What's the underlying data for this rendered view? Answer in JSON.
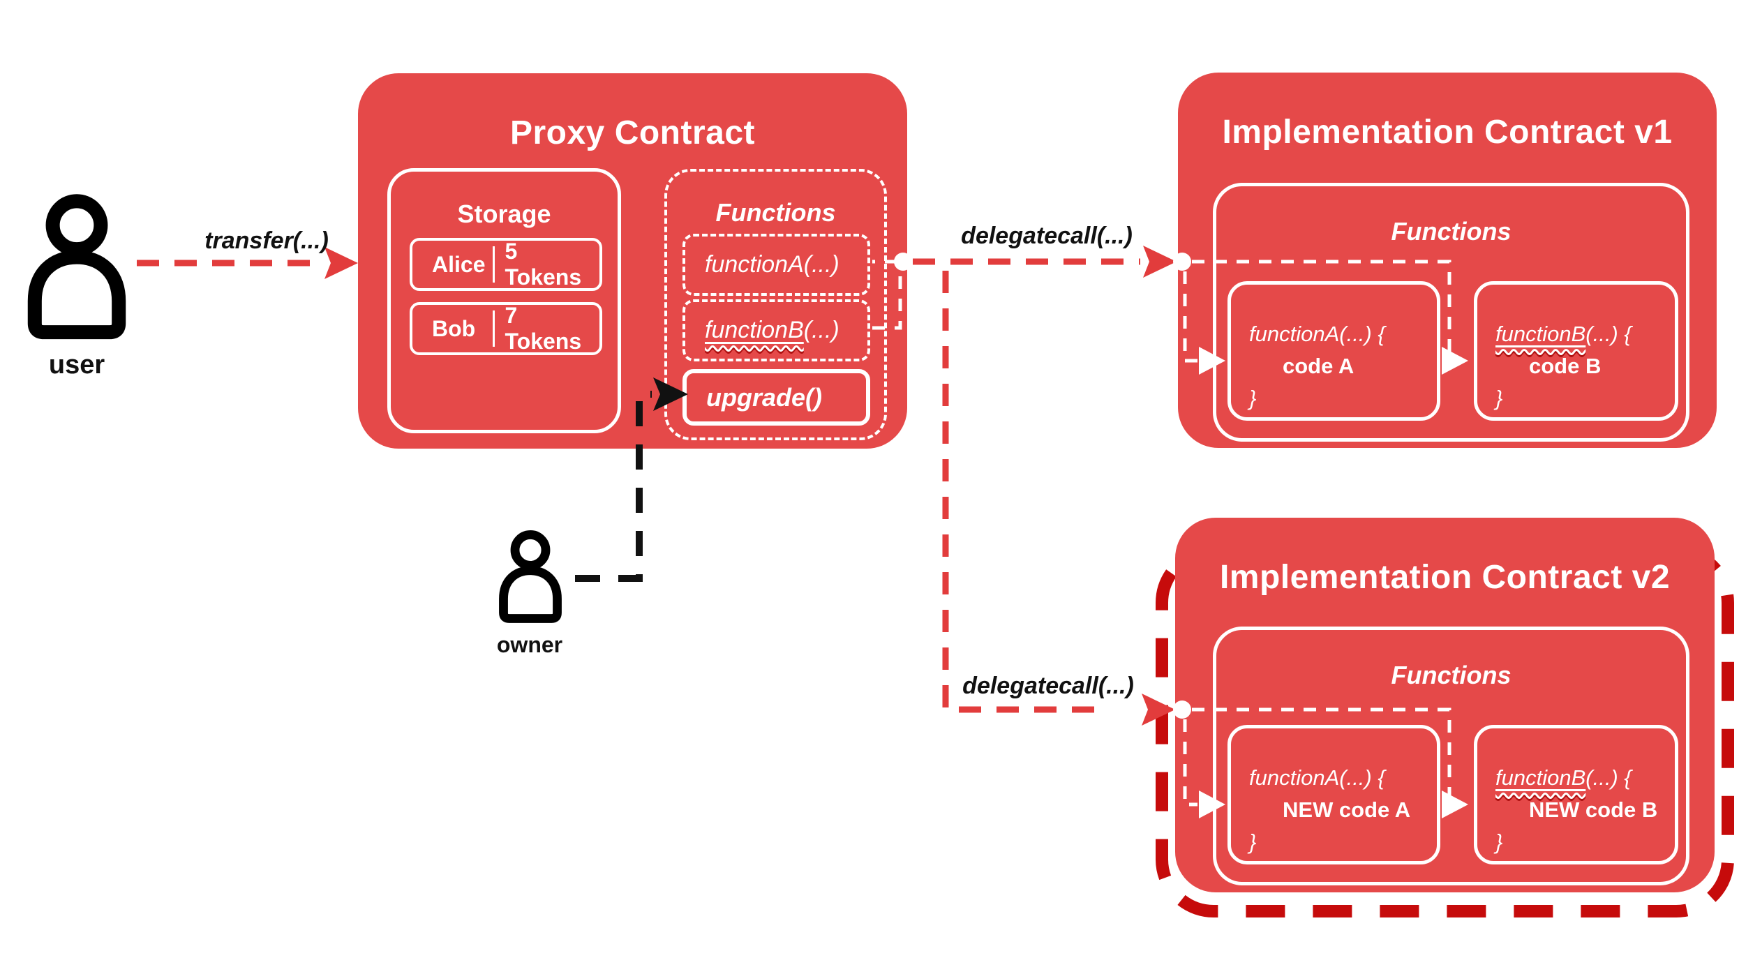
{
  "colors": {
    "box_red": "#e54949",
    "arrow_red": "#e23c3c",
    "dark_red": "#c60b0b",
    "black": "#111111",
    "white": "#ffffff"
  },
  "actors": {
    "user": {
      "label": "user"
    },
    "owner": {
      "label": "owner"
    }
  },
  "edges": {
    "transfer": {
      "label": "transfer(...)"
    },
    "delegatecall_v1": {
      "label": "delegatecall(...)"
    },
    "delegatecall_v2": {
      "label": "delegatecall(...)"
    }
  },
  "proxy": {
    "title": "Proxy Contract",
    "storage": {
      "title": "Storage",
      "rows": [
        {
          "name": "Alice",
          "value": "5 Tokens"
        },
        {
          "name": "Bob",
          "value": "7 Tokens"
        }
      ]
    },
    "functions": {
      "title": "Functions",
      "function_a": "functionA(...)",
      "function_b_name": "functionB",
      "function_b_rest": "(...)",
      "upgrade": "upgrade()"
    }
  },
  "impl_v1": {
    "title": "Implementation Contract v1",
    "functions": {
      "title": "Functions",
      "box_a": {
        "signature": "functionA(...) {",
        "body": "code A",
        "close": "}"
      },
      "box_b": {
        "name": "functionB",
        "rest": "(...) {",
        "body": "code B",
        "close": "}"
      }
    }
  },
  "impl_v2": {
    "title": "Implementation Contract v2",
    "functions": {
      "title": "Functions",
      "box_a": {
        "signature": "functionA(...) {",
        "body": "NEW code A",
        "close": "}"
      },
      "box_b": {
        "name": "functionB",
        "rest": "(...) {",
        "body": "NEW code B",
        "close": "}"
      }
    }
  }
}
